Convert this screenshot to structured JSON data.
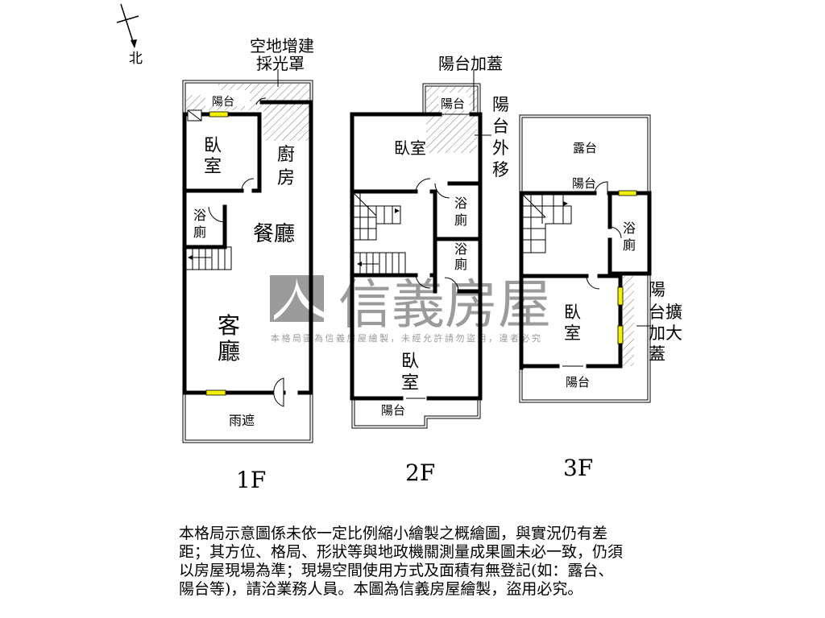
{
  "compass": {
    "north_label": "北"
  },
  "floors": {
    "f1": {
      "title": "1F",
      "annotation_line1": "空地增建",
      "annotation_line2": "採光罩",
      "rooms": {
        "balcony": "陽台",
        "bedroom_a": "臥",
        "bedroom_b": "室",
        "kitchen_a": "廚",
        "kitchen_b": "房",
        "bath_a": "浴",
        "bath_b": "廁",
        "dining": "餐廳",
        "living_a": "客",
        "living_b": "廳",
        "canopy": "雨遮"
      }
    },
    "f2": {
      "title": "2F",
      "annotation_top": "陽台加蓋",
      "annotation_side": [
        "陽",
        "台",
        "外",
        "移"
      ],
      "rooms": {
        "balcony_top": "陽台",
        "bedroom_top": "臥室",
        "bath1_a": "浴",
        "bath1_b": "廁",
        "bath2_a": "浴",
        "bath2_b": "廁",
        "bedroom_a": "臥",
        "bedroom_b": "室",
        "balcony_bottom": "陽台"
      }
    },
    "f3": {
      "title": "3F",
      "annotation_side": [
        "陽",
        "台擴",
        "加大",
        "蓋"
      ],
      "rooms": {
        "terrace": "露台",
        "balcony_top": "陽台",
        "bath_a": "浴",
        "bath_b": "廁",
        "bedroom_a": "臥",
        "bedroom_b": "室",
        "balcony_bottom": "陽台"
      }
    }
  },
  "watermark": {
    "brand": "信義房屋",
    "notice": "本格局圖為信義房屋繪製，未經允許請勿盜用，違者必究",
    "color": "#8a8a8a"
  },
  "colors": {
    "window": "#f3f000",
    "wall": "#000000"
  },
  "disclaimer": [
    "本格局示意圖係未依一定比例縮小繪製之概繪圖，與實況仍有差",
    "距；其方位、格局、形狀等與地政機關測量成果圖未必一致，仍須",
    "以房屋現場為準；現場空間使用方式及面積有無登記(如：露台、",
    "陽台等)，請洽業務人員。本圖為信義房屋繪製，盜用必究。"
  ]
}
